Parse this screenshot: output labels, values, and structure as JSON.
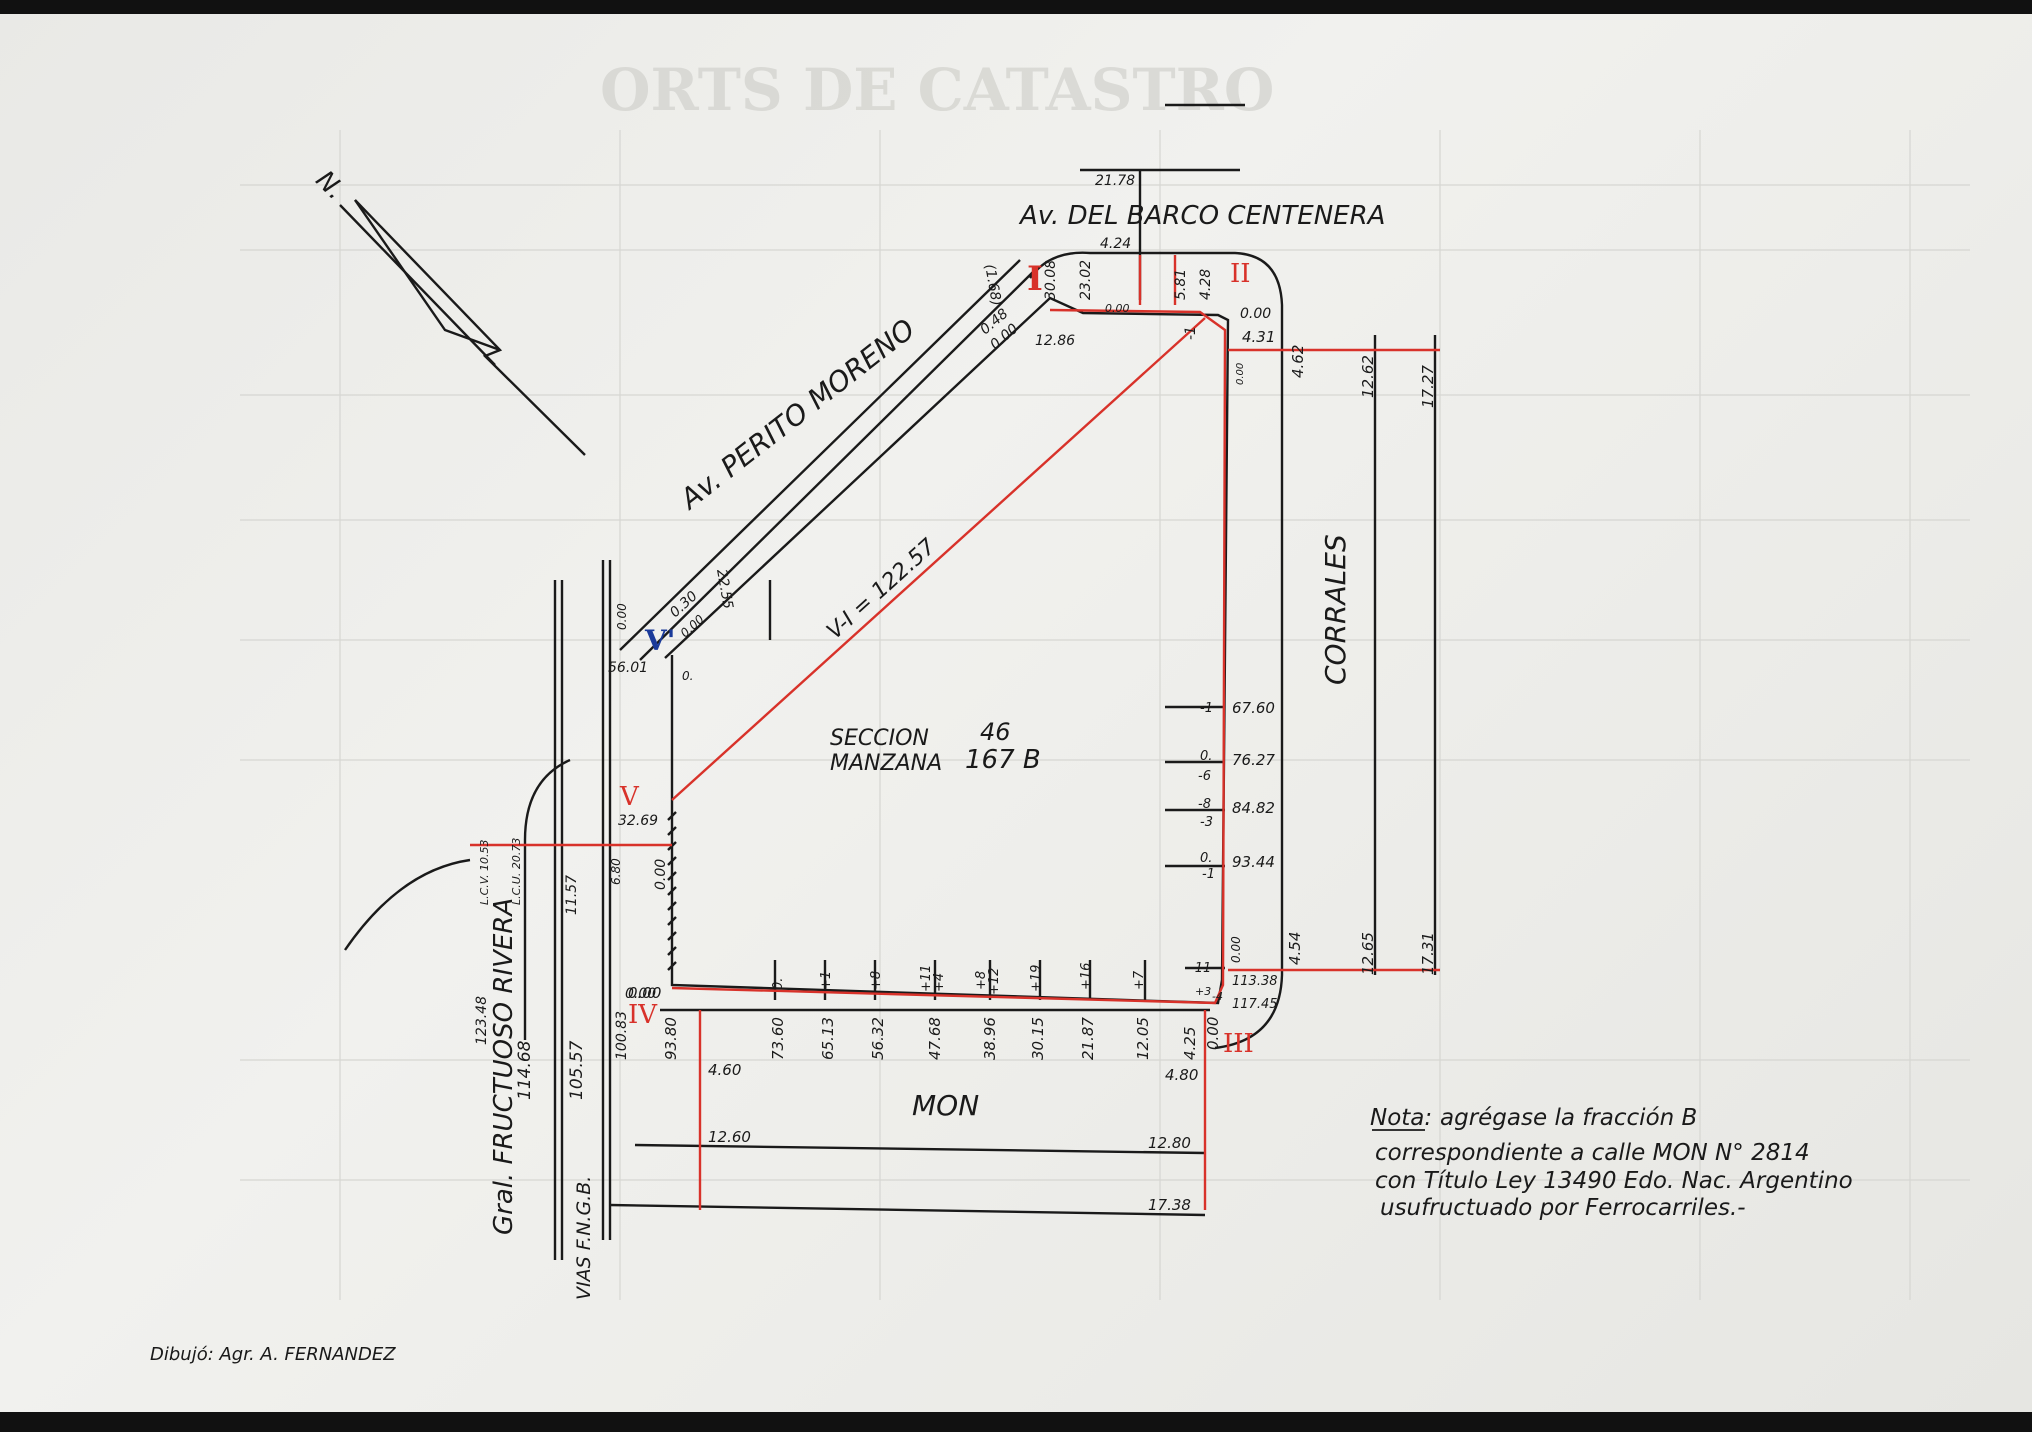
{
  "streets": {
    "barco_centenera": "Av. DEL BARCO CENTENERA",
    "perito_moreno": "Av. PERITO MORENO",
    "corrales": "CORRALES",
    "mon": "MON",
    "rivera": "Gral. FRUCTUOSO RIVERA",
    "vias": "VIAS F.N.G.B."
  },
  "block": {
    "seccion_label": "SECCION",
    "seccion_value": "46",
    "manzana_label": "MANZANA",
    "manzana_value": "167 B"
  },
  "diagonal_label": "V-I = 122.57",
  "north_label": "N.",
  "vertices": {
    "v1": "I",
    "v2": "II",
    "v3": "III",
    "v4": "IV",
    "v5": "V",
    "v6": "V'"
  },
  "dims_top": {
    "d1": "21.78",
    "d2": "4.24",
    "d3": "5.81",
    "d4": "4.28",
    "d5": "0.00",
    "d6": "0.00",
    "d7": "23.02",
    "d8": "30.08",
    "d9": "(1.68)",
    "d10": "0.48",
    "d11": "0.00",
    "d12": "12.86",
    "d13": "-1"
  },
  "dims_right": {
    "d1": "4.31",
    "d2": "0.00",
    "d3": "4.62",
    "d4": "12.62",
    "d5": "17.27",
    "d6": "67.60",
    "d7": "76.27",
    "d8": "84.82",
    "d9": "93.44",
    "d10": "-1",
    "d11": "0.",
    "d12": "-6",
    "d13": "-8",
    "d14": "-3",
    "d15": "0.",
    "d16": "-1",
    "d17": "0.00",
    "d18": "113.38",
    "d19": "117.45",
    "d20": "4.54",
    "d21": "12.65",
    "d22": "17.31",
    "d23": "-11",
    "d24": "+3",
    "d25": "-4"
  },
  "dims_bottom": {
    "d1": "0.00",
    "d2": "93.80",
    "d3": "73.60",
    "d4": "65.13",
    "d5": "56.32",
    "d6": "47.68",
    "d7": "38.96",
    "d8": "30.15",
    "d9": "21.87",
    "d10": "12.05",
    "d11": "4.25",
    "d12": "0.00",
    "d13": "4.60",
    "d14": "4.80",
    "d15": "12.60",
    "d16": "12.80",
    "d17": "17.38",
    "t1": "0.",
    "t2": "+1",
    "t3": "+8",
    "t4": "+11",
    "t5": "+4",
    "t6": "+8",
    "t7": "+12",
    "t8": "+19",
    "t9": "+16",
    "t10": "+7"
  },
  "dims_left": {
    "d1": "0.00",
    "d2": "0.30",
    "d3": "0.00",
    "d4": "56.01",
    "d5": "32.69",
    "d6": "0.00",
    "d7": "0.00",
    "d8": "6.80",
    "d9": "11.57",
    "d10": "L.C.V. 10.53",
    "d11": "L.C.U. 20.73",
    "d12": "123.48",
    "d13": "114.68",
    "d14": "105.57",
    "d15": "100.83",
    "d16": "22.55",
    "d17": "0."
  },
  "note": {
    "heading": "Nota:",
    "line1": "agrégase la fracción B",
    "line2": "correspondiente a calle MON N° 2814",
    "line3": "con Título Ley 13490 Edo. Nac. Argentino",
    "line4": "usufructuado por Ferrocarriles.-"
  },
  "signature": "Dibujó: Agr. A. FERNANDEZ",
  "colors": {
    "ink": "#1a1a1a",
    "red_line": "#d8322a",
    "paper": "#ececea"
  }
}
